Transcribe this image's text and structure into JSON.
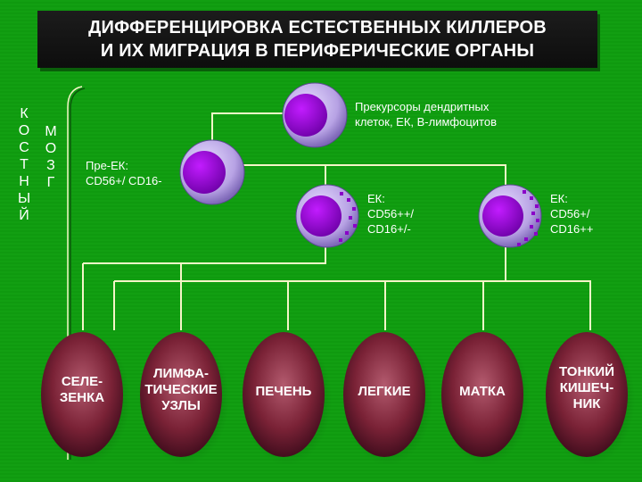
{
  "title": {
    "line1": "ДИФФЕРЕНЦИРОВКА ЕСТЕСТВЕННЫХ КИЛЛЕРОВ",
    "line2": "И ИХ МИГРАЦИЯ В ПЕРИФЕРИЧЕСКИЕ ОРГАНЫ"
  },
  "side": {
    "bone": "К\nО\nС\nТ\nН\nЫ\nЙ",
    "marrow": "М\nО\nЗ\nГ"
  },
  "cells": {
    "precursor": "Прекурсоры дендритных\nклеток, ЕК, В-лимфоцитов",
    "pre_nk": "Пре-ЕК:\nCD56+/ CD16-",
    "nk_bright": "ЕК:\nCD56++/\nCD16+/-",
    "nk_dim": "ЕК:\nCD56+/\nCD16++"
  },
  "organs": [
    "СЕЛЕ-\nЗЕНКА",
    "ЛИМФА-\nТИЧЕСКИЕ\nУЗЛЫ",
    "ПЕЧЕНЬ",
    "ЛЕГКИЕ",
    "МАТКА",
    "ТОНКИЙ\nКИШЕЧ-\nНИК"
  ],
  "colors": {
    "background": "#129f12",
    "cell_membrane": "#b9a6e6",
    "cell_nucleus": "#8a00c8",
    "organ_fill": "#7d2438",
    "connector": "#f5f5c8"
  }
}
